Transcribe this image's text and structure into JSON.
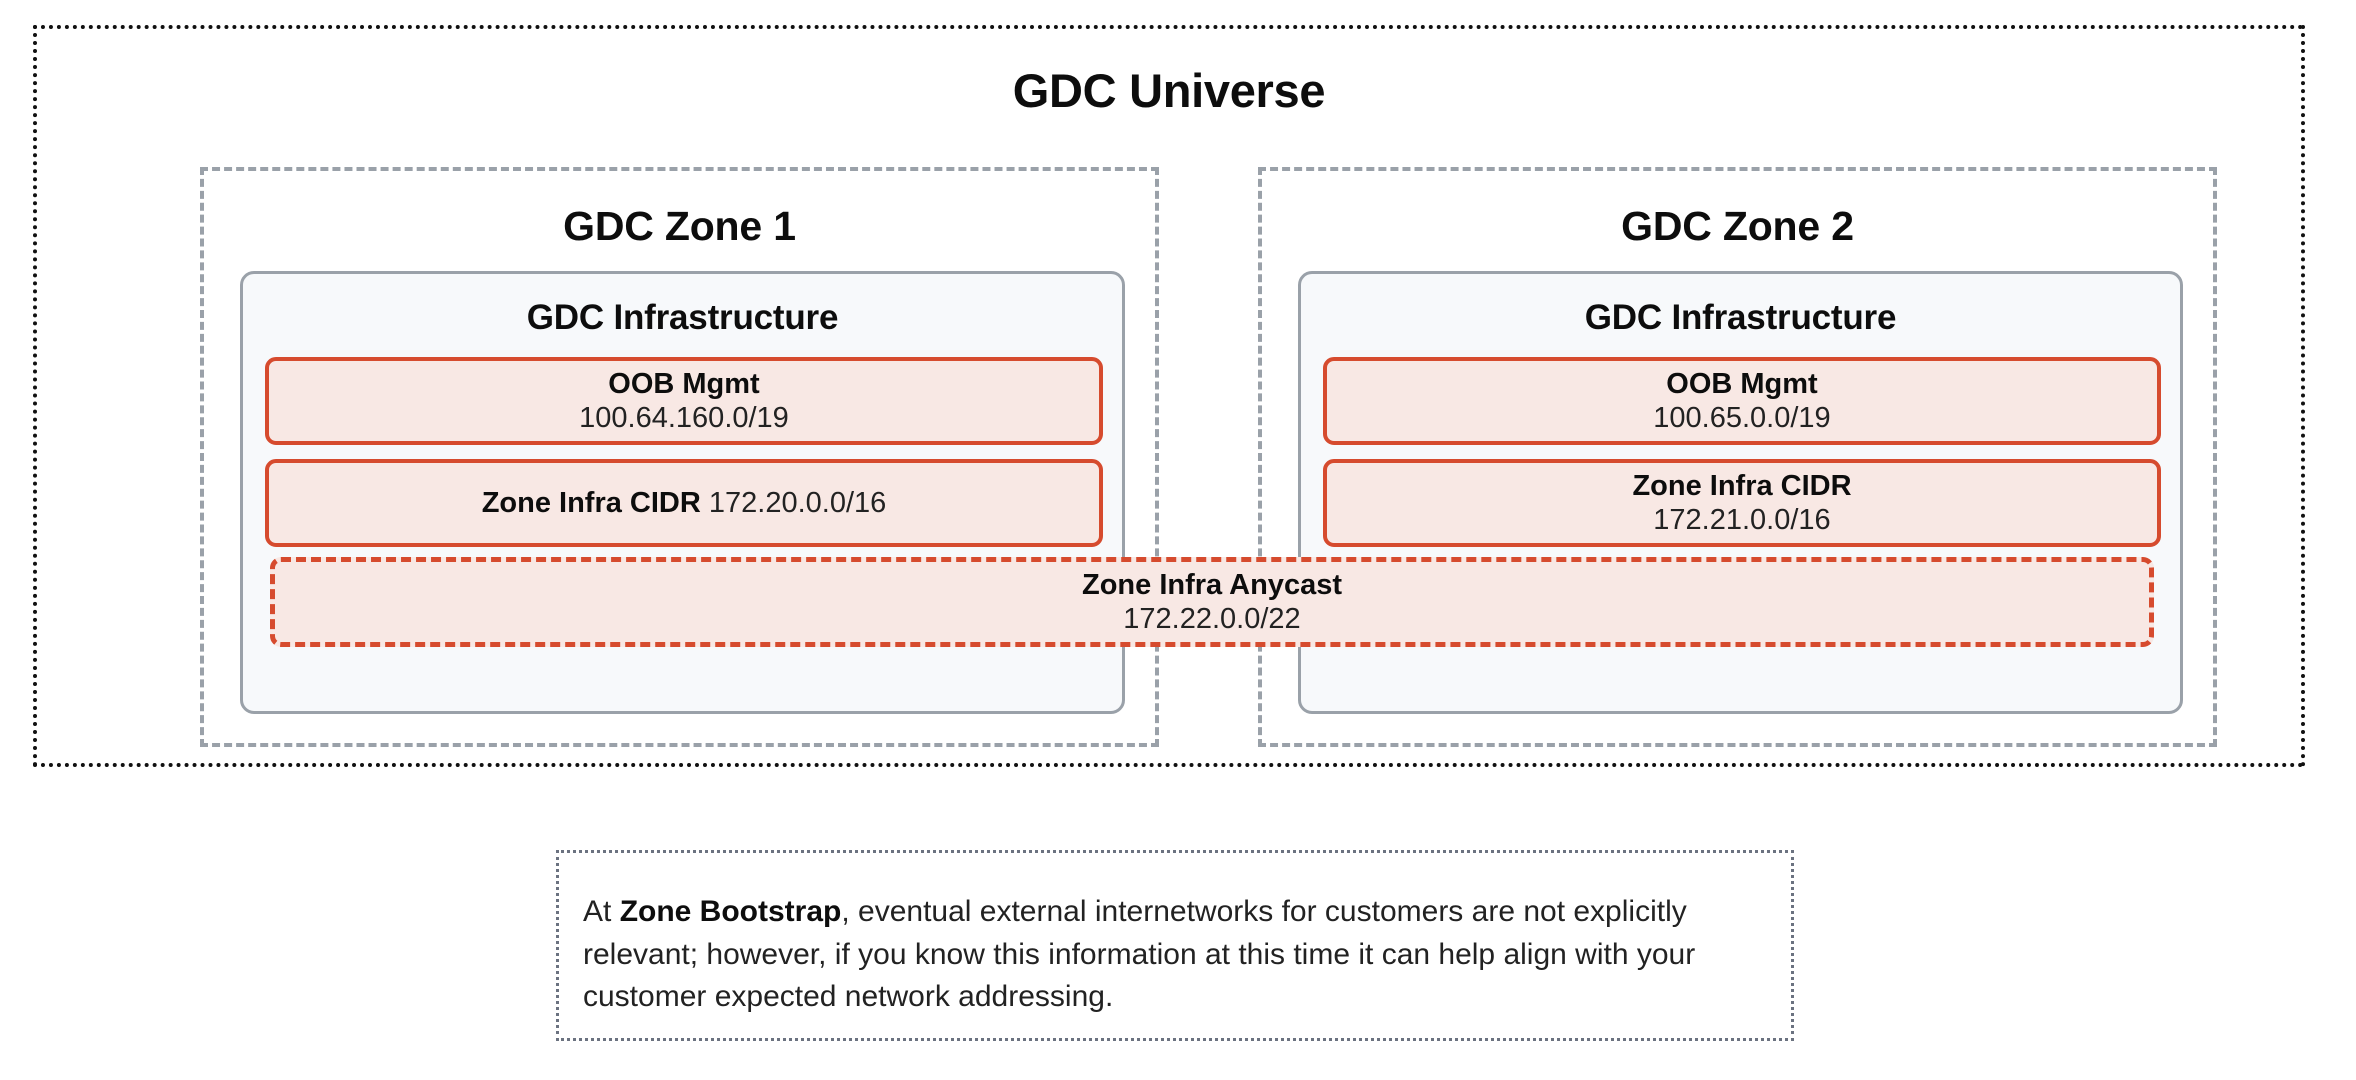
{
  "diagram": {
    "universe": {
      "title": "GDC Universe"
    },
    "zones": [
      {
        "title": "GDC Zone 1",
        "infrastructure": {
          "title": "GDC Infrastructure",
          "blocks": [
            {
              "name": "OOB Mgmt",
              "cidr": "100.64.160.0/19",
              "layout": "stacked"
            },
            {
              "name": "Zone Infra CIDR",
              "cidr": "172.20.0.0/16",
              "layout": "inline"
            }
          ]
        }
      },
      {
        "title": "GDC Zone 2",
        "infrastructure": {
          "title": "GDC Infrastructure",
          "blocks": [
            {
              "name": "OOB Mgmt",
              "cidr": "100.65.0.0/19",
              "layout": "stacked"
            },
            {
              "name": "Zone Infra CIDR",
              "cidr": "172.21.0.0/16",
              "layout": "stacked"
            }
          ]
        }
      }
    ],
    "anycast": {
      "name": "Zone Infra Anycast",
      "cidr": "172.22.0.0/22"
    },
    "note": {
      "lead": "At ",
      "emphasis": "Zone Bootstrap",
      "rest": ", eventual external internetworks for customers are not explicitly relevant; however, if you know this information at this time it can help align with your customer expected network addressing."
    }
  },
  "colors": {
    "universe_border": "#111111",
    "zone_border": "#9aa1a9",
    "infra_border": "#9aa1a9",
    "infra_fill": "#f7f9fb",
    "cidr_border": "#d64b2e",
    "cidr_fill": "#f8e8e4",
    "note_border": "#6b7280",
    "text": "#0d0d0d"
  }
}
